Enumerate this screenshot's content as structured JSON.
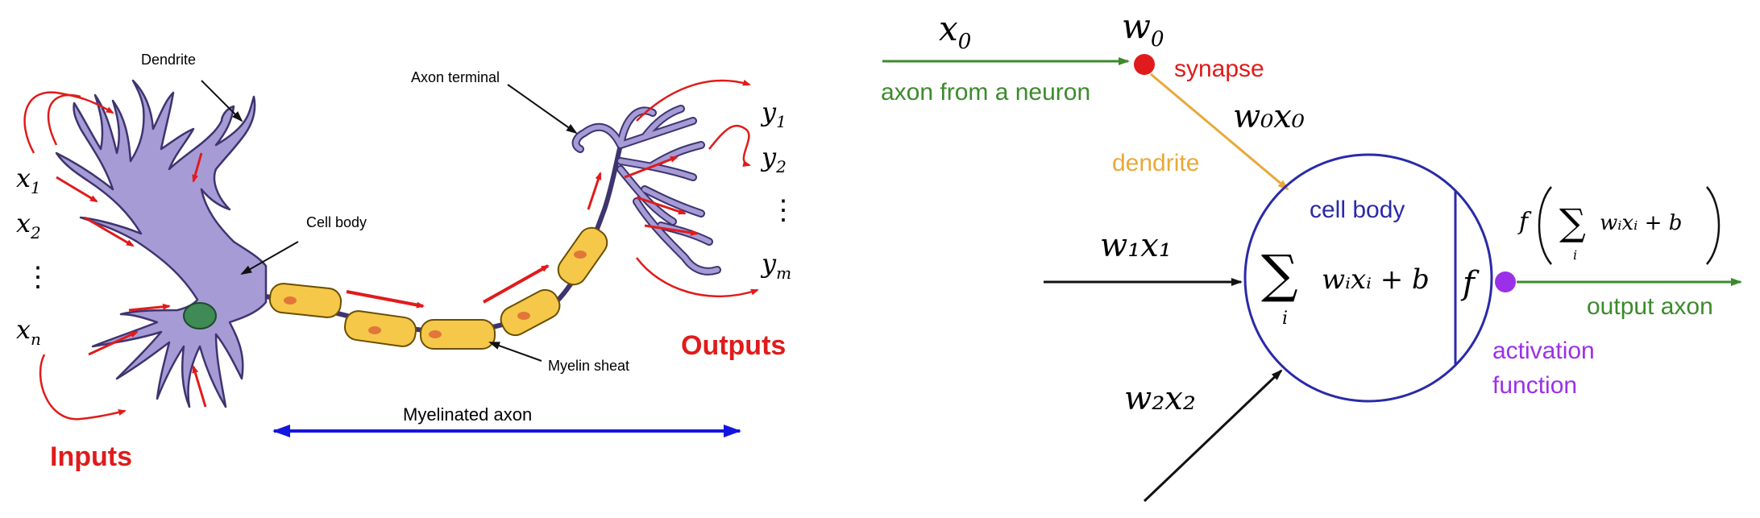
{
  "biological": {
    "inputs_label": "Inputs",
    "outputs_label": "Outputs",
    "dendrite_label": "Dendrite",
    "cell_body_label": "Cell body",
    "axon_terminal_label": "Axon terminal",
    "myelin_sheath_label": "Myelin sheat",
    "myelinated_axon_label": "Myelinated axon",
    "inputs": [
      {
        "base": "x",
        "sub": "1"
      },
      {
        "base": "x",
        "sub": "2"
      },
      {
        "base": "x",
        "sub": "n"
      }
    ],
    "outputs": [
      {
        "base": "y",
        "sub": "1"
      },
      {
        "base": "y",
        "sub": "2"
      },
      {
        "base": "y",
        "sub": "m"
      }
    ],
    "ellipsis": "⋮"
  },
  "model": {
    "x0": {
      "base": "x",
      "sub": "0"
    },
    "w0": {
      "base": "w",
      "sub": "0"
    },
    "w0x0": "w₀x₀",
    "w1x1": "w₁x₁",
    "w2x2": "w₂x₂",
    "axon_from_neuron_label": "axon from a neuron",
    "synapse_label": "synapse",
    "dendrite_label": "dendrite",
    "cell_body_label": "cell body",
    "sum_symbol": "∑",
    "sum_index": "i",
    "sum_expr": "wᵢxᵢ + b",
    "activation_symbol": "f",
    "output_formula_prefix": "f",
    "output_formula_inner": "wᵢxᵢ + b",
    "output_axon_label": "output axon",
    "activation_label_line1": "activation",
    "activation_label_line2": "function"
  },
  "colors": {
    "green": "#3c8a2c",
    "red": "#e01b1b",
    "orange": "#e8a93a",
    "blue": "#2a2aa8",
    "purple": "#9b30e8",
    "neuron_fill": "#a79bd6",
    "neuron_stroke": "#3d3470",
    "myelin_fill": "#f5c84a",
    "myelin_stroke": "#6b4e00",
    "nucleus": "#3f8a55",
    "axon_arrow_blue": "#1515e0"
  }
}
